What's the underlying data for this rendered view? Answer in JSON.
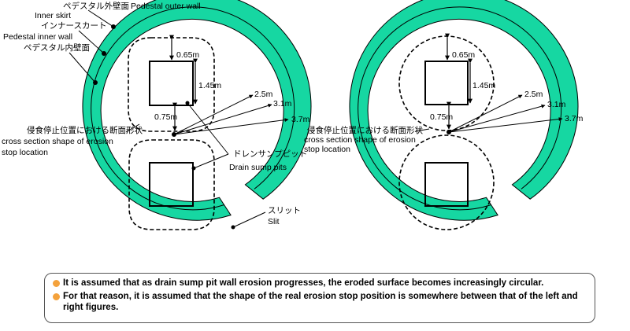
{
  "colors": {
    "pedestal_wall": "#16d7a2",
    "outline": "#000000",
    "bullet": "#f4a23c",
    "box_border": "#555555"
  },
  "labels": {
    "outer_wall_jp": "ペデスタル外壁面",
    "outer_wall_en": "Pedestal outer wall",
    "inner_skirt_en": "Inner skirt",
    "inner_skirt_jp": "インナースカート",
    "inner_wall_en": "Pedestal inner wall",
    "inner_wall_jp": "ペデスタル内壁面",
    "cross_section_jp": "侵食停止位置における断面形状",
    "cross_section_en_1": "cross section shape of erosion",
    "cross_section_en_2": "stop location",
    "drain_pit_jp": "ドレンサンプピット",
    "drain_pit_en": "Drain sump pits",
    "slit_jp": "スリット",
    "slit_en": "Slit"
  },
  "dimensions": {
    "gap_top": "0.65m",
    "pit_size": "1.45m",
    "center_gap": "0.75m",
    "radius_1": "2.5m",
    "radius_2": "3.1m",
    "radius_3": "3.7m"
  },
  "notes": [
    "It is assumed that as drain sump pit wall erosion progresses, the eroded surface becomes increasingly circular.",
    "For that reason, it is assumed that the shape of the real erosion stop position is somewhere between that of the left and right figures."
  ]
}
